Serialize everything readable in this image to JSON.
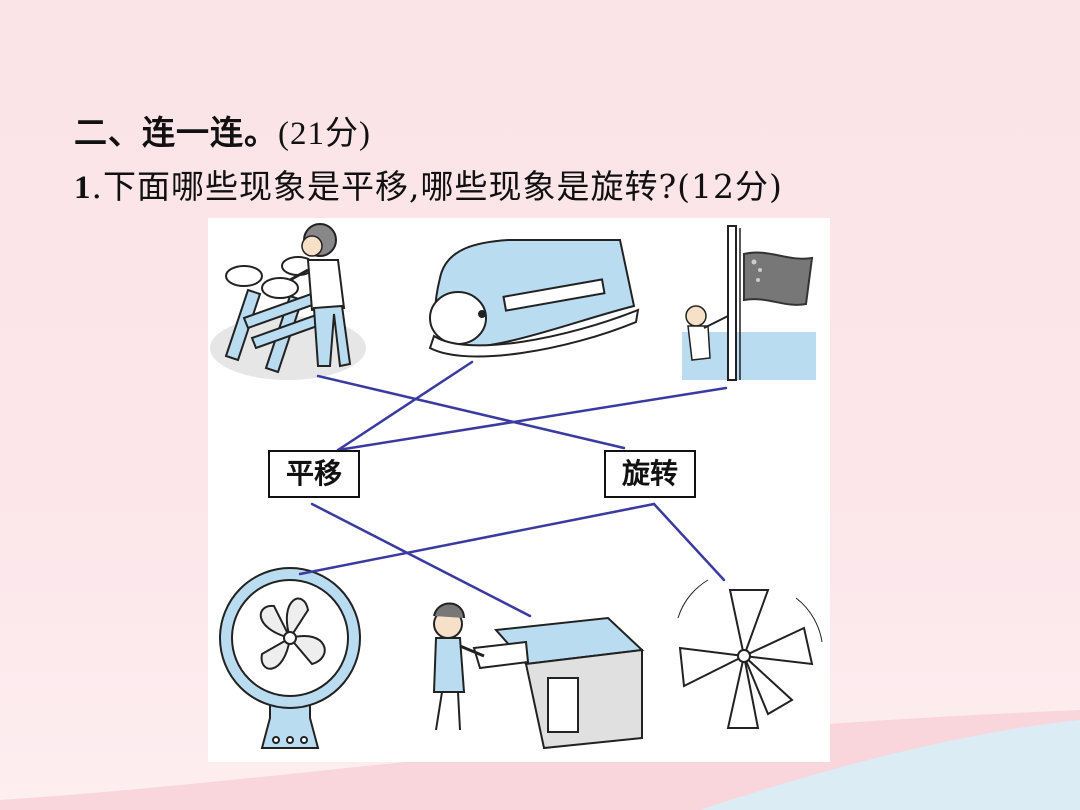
{
  "section": {
    "title": "二、连一连。",
    "score": "(21分)"
  },
  "question": {
    "number": "1",
    "text": ".下面哪些现象是平移,哪些现象是旋转?(12分)"
  },
  "labels": {
    "translate": "平移",
    "rotate": "旋转"
  },
  "pictures": {
    "top": [
      "girl-turning-steering-wheel",
      "train",
      "boy-raising-flag"
    ],
    "bottom": [
      "electric-fan",
      "girl-opening-drawer",
      "spinning-pinwheel"
    ]
  },
  "colors": {
    "line": "#3a3aa0",
    "fill_blue": "#b9dcf0",
    "outline": "#222222"
  }
}
